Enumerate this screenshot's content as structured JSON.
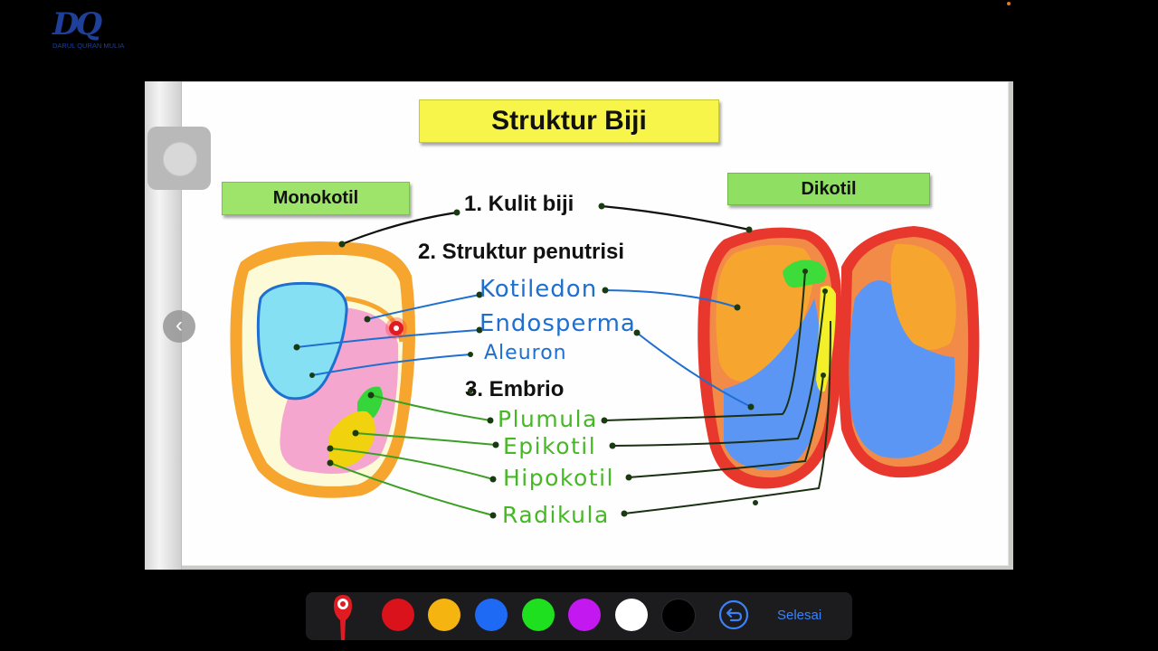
{
  "logo": {
    "mark": "DQ",
    "text": "DARUL QURAN MULIA"
  },
  "title": "Struktur Biji",
  "monokotil_label": "Monokotil",
  "dikotil_label": "Dikotil",
  "labels": {
    "kulit": "1. Kulit biji",
    "penutrisi": "2. Struktur penutrisi",
    "kotiledon": "Kotiledon",
    "endosperma": "Endosperma",
    "aleuron": "Aleuron",
    "embrio": "3. Embrio",
    "plumula": "Plumula",
    "epikotil": "Epikotil",
    "hipokotil": "Hipokotil",
    "radikula": "Radikula"
  },
  "toolbar": {
    "colors": [
      "#d9121b",
      "#f5b40f",
      "#1e6af5",
      "#1ee01e",
      "#c318f0",
      "#ffffff",
      "#000000"
    ],
    "done_label": "Selesai",
    "tools": [
      "pen-tool-icon",
      "undo-icon"
    ]
  },
  "nav": {
    "prev": "chevron-left-icon"
  }
}
